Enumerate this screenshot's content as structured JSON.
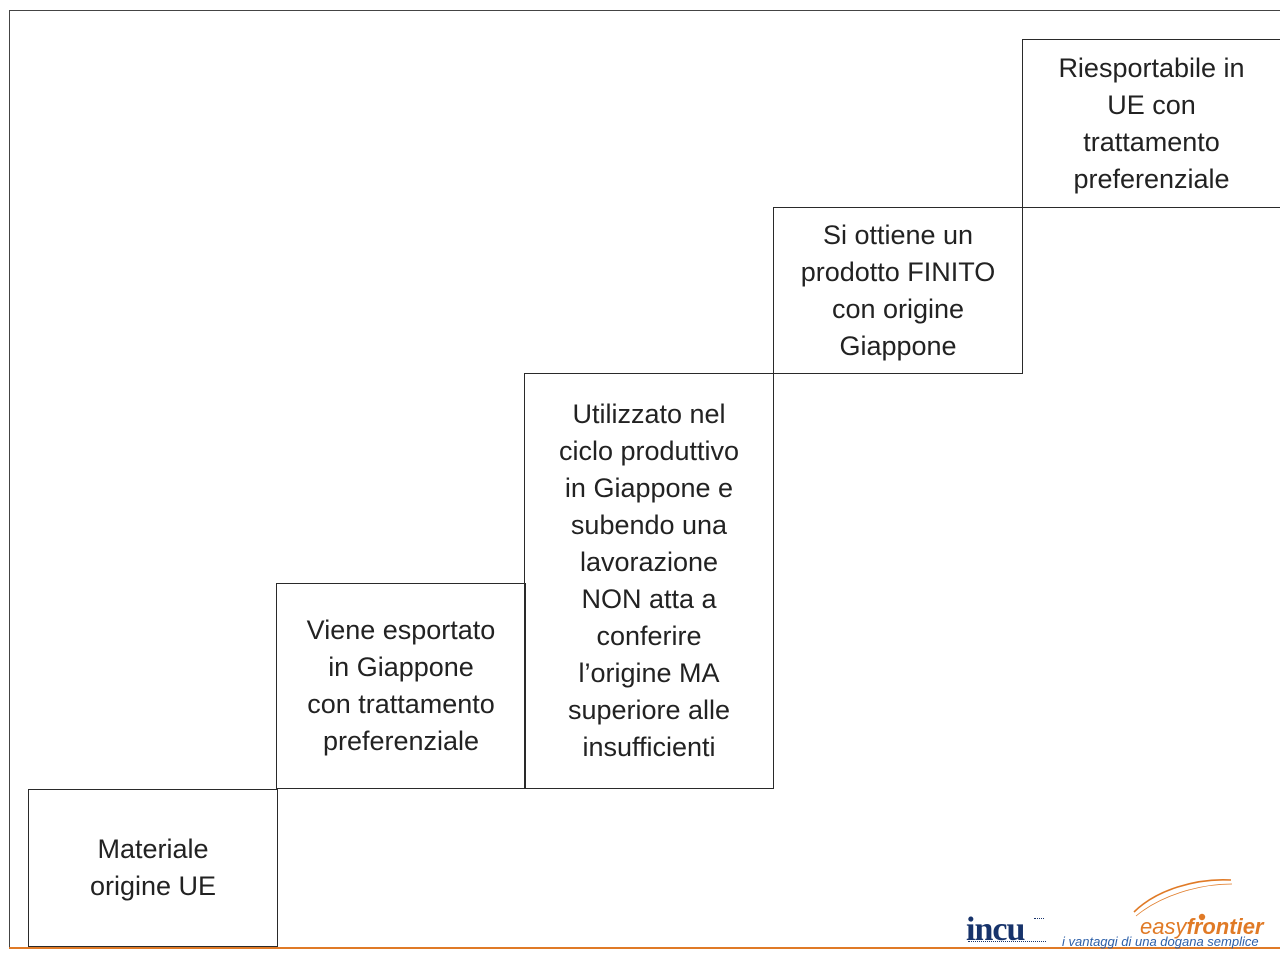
{
  "steps": [
    {
      "id": "materiale",
      "lines": [
        "Materiale",
        "origine UE"
      ]
    },
    {
      "id": "esportato",
      "lines": [
        "Viene esportato",
        "in Giappone",
        "con trattamento",
        "preferenziale"
      ]
    },
    {
      "id": "utilizzato",
      "lines": [
        "Utilizzato nel",
        "ciclo produttivo",
        "in Giappone e",
        "subendo una",
        "lavorazione",
        "NON atta a",
        "conferire",
        "l’origine MA",
        "superiore alle",
        "insufficienti"
      ]
    },
    {
      "id": "prodotto",
      "lines": [
        "Si ottiene un",
        "prodotto FINITO",
        "con origine",
        "Giappone"
      ]
    },
    {
      "id": "riesportabile",
      "lines": [
        "Riesportabile in",
        "UE con",
        "trattamento",
        "preferenziale"
      ]
    }
  ],
  "logos": {
    "incu": {
      "wordmark": "incu"
    },
    "easyfrontier": {
      "easy": "easy",
      "frontier": "frontier",
      "tagline": "i vantaggi di una dogana semplice"
    }
  },
  "colors": {
    "accent_orange": "#e07a26",
    "incu_navy": "#17336b",
    "tagline_blue": "#2c5fa8",
    "box_border": "#2a2a2a"
  }
}
